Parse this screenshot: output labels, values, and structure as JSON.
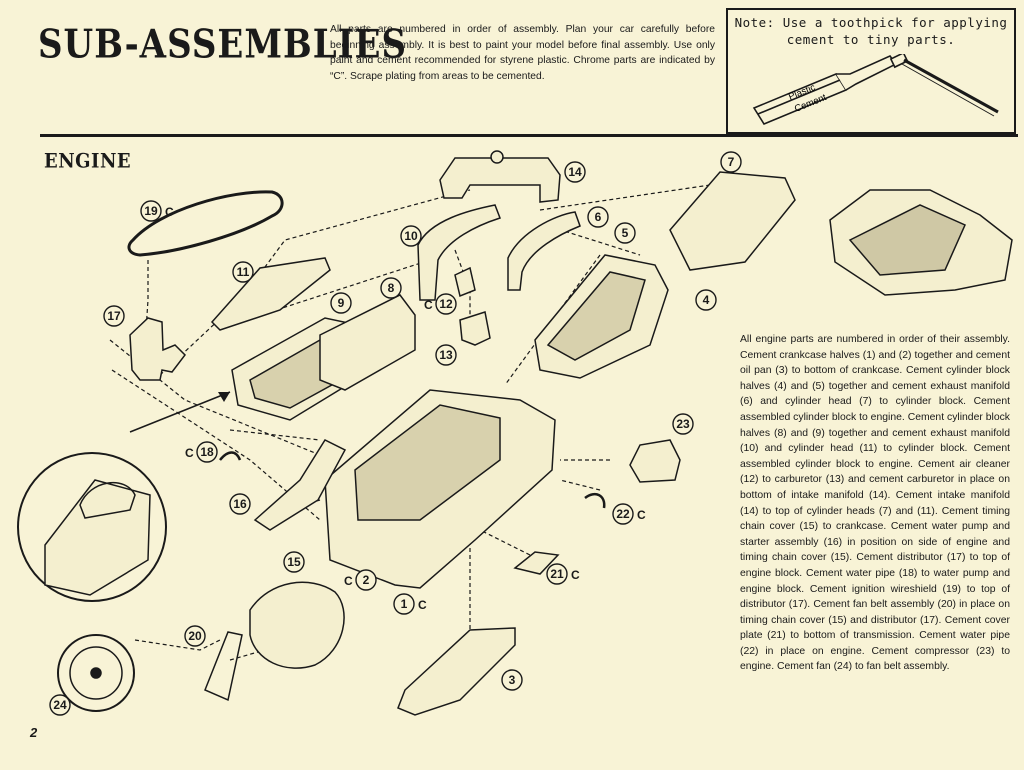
{
  "header": {
    "title": "SUB-ASSEMBLIES",
    "intro": "All parts are numbered in order of assembly. Plan your car carefully before beginning assembly. It is best to paint your model before final assembly. Use only paint and cement recommended for styrene plastic. Chrome parts are indicated by “C”. Scrape plating from areas to be cemented."
  },
  "note": {
    "line1": "Note: Use a toothpick for applying",
    "line2": "cement to tiny parts.",
    "tube_label_1": "Plastic",
    "tube_label_2": "Cement"
  },
  "section": {
    "title": "ENGINE"
  },
  "instructions": "All engine parts are numbered in order of their assembly. Cement crankcase halves (1) and (2) together and cement oil pan (3) to bottom of crankcase. Cement cylinder block halves (4) and (5) together and cement exhaust manifold (6) and cylinder head (7) to cylinder block. Cement assembled cylinder block to engine. Cement cylinder block halves (8) and (9) together and cement exhaust manifold (10) and cylinder head (11) to cylinder block. Cement assembled cylinder block to engine. Cement air cleaner (12) to carburetor (13) and cement carburetor in place on bottom of intake manifold (14). Cement intake manifold (14) to top of cylinder heads (7) and (11). Cement timing chain cover (15) to crankcase. Cement water pump and starter assembly (16) in position on side of engine and timing chain cover (15). Cement distributor (17) to top of engine block. Cement water pipe (18) to water pump and engine block. Cement ignition wireshield (19) to top of distributor (17). Cement fan belt assembly (20) in place on timing chain cover (15) and distributor (17). Cement cover plate (21) to bottom of transmission. Cement water pipe (22) in place on engine. Cement compressor (23) to engine. Cement fan (24) to fan belt assembly.",
  "callouts": [
    {
      "n": "1",
      "c": "C"
    },
    {
      "n": "2",
      "c": "C"
    },
    {
      "n": "3",
      "c": ""
    },
    {
      "n": "4",
      "c": ""
    },
    {
      "n": "5",
      "c": ""
    },
    {
      "n": "6",
      "c": ""
    },
    {
      "n": "7",
      "c": ""
    },
    {
      "n": "8",
      "c": ""
    },
    {
      "n": "9",
      "c": ""
    },
    {
      "n": "10",
      "c": ""
    },
    {
      "n": "11",
      "c": ""
    },
    {
      "n": "12",
      "c": "C"
    },
    {
      "n": "13",
      "c": ""
    },
    {
      "n": "14",
      "c": ""
    },
    {
      "n": "15",
      "c": ""
    },
    {
      "n": "16",
      "c": ""
    },
    {
      "n": "17",
      "c": ""
    },
    {
      "n": "18",
      "c": "C"
    },
    {
      "n": "19",
      "c": "C"
    },
    {
      "n": "20",
      "c": ""
    },
    {
      "n": "21",
      "c": "C"
    },
    {
      "n": "22",
      "c": "C"
    },
    {
      "n": "23",
      "c": ""
    },
    {
      "n": "24",
      "c": ""
    }
  ],
  "page_number": "2"
}
